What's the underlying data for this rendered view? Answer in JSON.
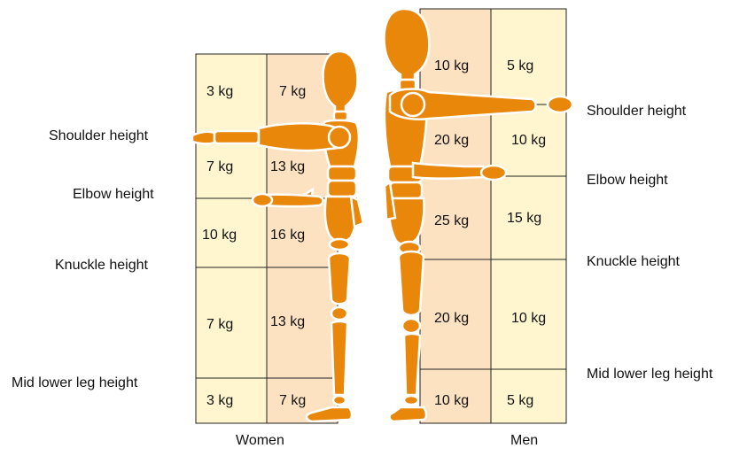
{
  "women": {
    "label": "Women",
    "height_labels": [
      "Shoulder height",
      "Elbow height",
      "Knuckle height",
      "Mid lower leg height"
    ],
    "zones": [
      {
        "light": "3 kg",
        "dark": "7 kg"
      },
      {
        "light": "7 kg",
        "dark": "13 kg"
      },
      {
        "light": "10 kg",
        "dark": "16 kg"
      },
      {
        "light": "7 kg",
        "dark": "13 kg"
      },
      {
        "light": "3 kg",
        "dark": "7 kg"
      }
    ]
  },
  "men": {
    "label": "Men",
    "height_labels": [
      "Shoulder height",
      "Elbow height",
      "Knuckle height",
      "Mid lower leg height"
    ],
    "zones": [
      {
        "dark": "10 kg",
        "light": "5 kg"
      },
      {
        "dark": "20 kg",
        "light": "10 kg"
      },
      {
        "dark": "25 kg",
        "light": "15 kg"
      },
      {
        "dark": "20 kg",
        "light": "10 kg"
      },
      {
        "dark": "10 kg",
        "light": "5 kg"
      }
    ]
  },
  "colors": {
    "light_zone": "#fff6cf",
    "dark_zone": "#fde2c2",
    "figure": "#e8870a",
    "figure_outline": "#ffffff",
    "grid": "#222222"
  }
}
